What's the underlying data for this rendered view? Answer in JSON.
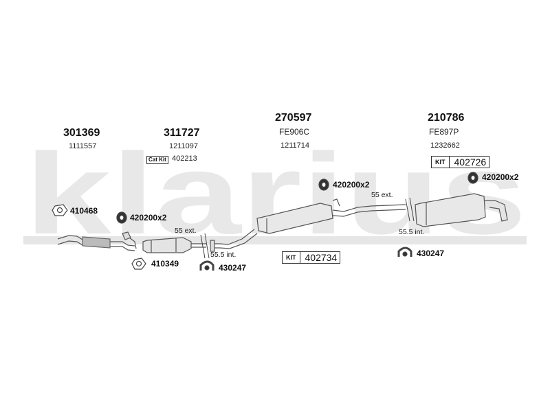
{
  "watermark": {
    "text": "klarius"
  },
  "groups": [
    {
      "part_no": "301369",
      "ref": "1111557"
    },
    {
      "part_no": "311727",
      "ref": "1211097",
      "cat_kit_label": "Cat Kit",
      "cat_kit_no": "402213"
    },
    {
      "part_no": "270597",
      "model": "FE906C",
      "ref": "1211714"
    },
    {
      "part_no": "210786",
      "model": "FE897P",
      "ref": "1232662"
    }
  ],
  "fittings": {
    "f1": "410468",
    "f2": "420200x2",
    "f3": "410349",
    "f4": "430247",
    "f5": "420200x2",
    "f6": "430247",
    "f7": "420200x2"
  },
  "kits": {
    "tag": "KIT",
    "kit_mid": "402734",
    "kit_right": "402726"
  },
  "joints": {
    "j1_ext": "55 ext.",
    "j1_int": "55.5 int.",
    "j2_ext": "55 ext.",
    "j2_int": "55.5 int."
  }
}
